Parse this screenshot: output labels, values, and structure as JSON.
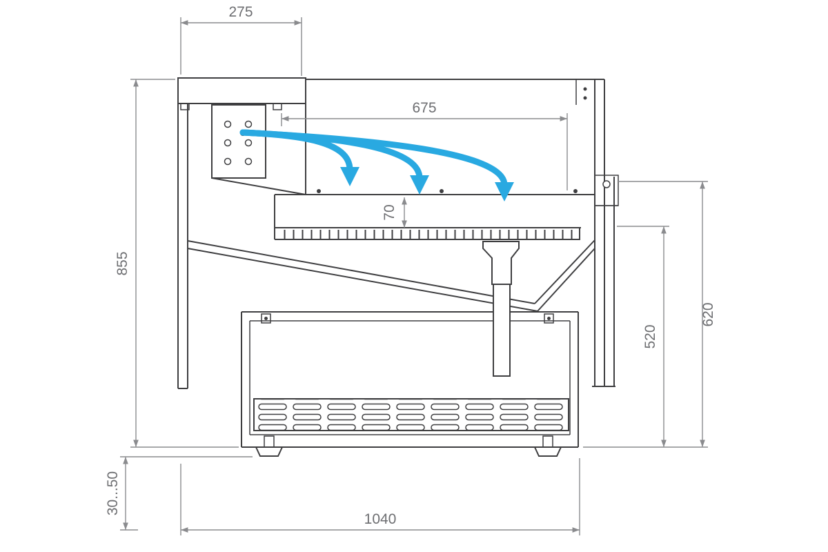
{
  "diagram": {
    "dimensions": {
      "canopy_width": "275",
      "airflow_span": "675",
      "deck_thickness": "70",
      "overall_height": "855",
      "side_height_outer": "620",
      "side_height_inner": "520",
      "foot_adjustment": "30...50",
      "base_depth": "1040"
    },
    "colors": {
      "outline": "#3e3e40",
      "dimension_lines": "#8a8b8e",
      "dimension_text": "#6d6e71",
      "airflow_arrow": "#29a9e1",
      "background": "#ffffff"
    },
    "airflow": {
      "arrow_icon": "curved-down-arrow",
      "count": "3"
    }
  }
}
